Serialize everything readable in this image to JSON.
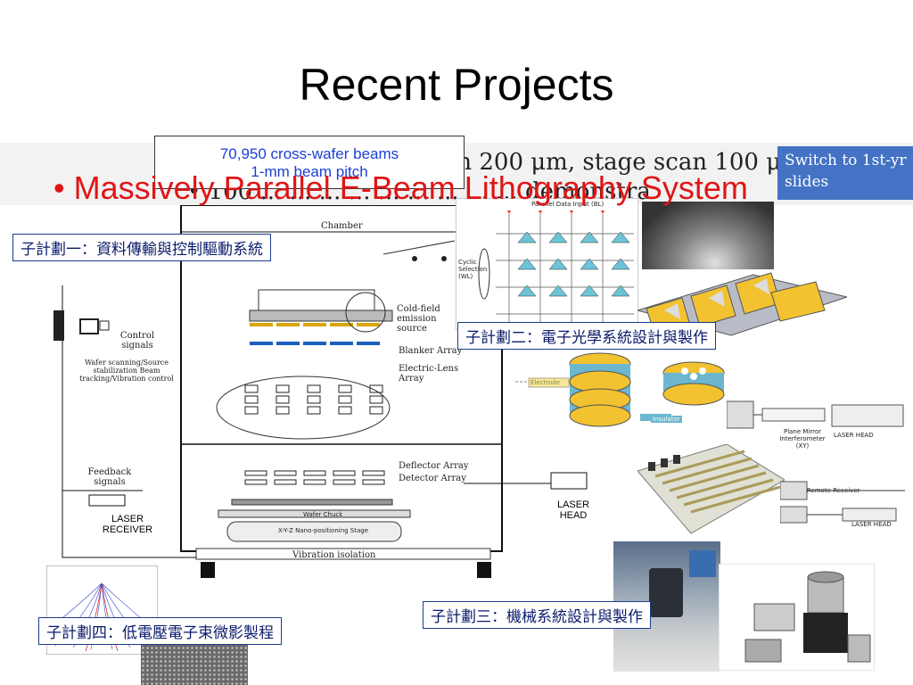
{
  "slide": {
    "title": "Recent Projects",
    "bullet": "Massively Parallel E-Beam Lithography System"
  },
  "header_strip": {
    "line1": "100 beams, beam pitch 200 μm, stage scan 100 μm",
    "line2": "• 100 ... ... ... ... ... ... ... ... ... demonstration",
    "switch_label": "Switch to 1st-yr slides"
  },
  "callout": {
    "line1": "70,950 cross-wafer beams",
    "line2": "1-mm beam pitch"
  },
  "subprojects": {
    "sp1": "子計劃一：資料傳輸與控制驅動系統",
    "sp2": "子計劃二：電子光學系統設計與製作",
    "sp3": "子計劃三：機械系統設計與製作",
    "sp4": "子計劃四：低電壓電子束微影製程"
  },
  "diagram": {
    "chamber": "Chamber",
    "cold_field": "Cold-field emission source",
    "blanker": "Blanker Array",
    "electric_lens": "Electric-Lens Array",
    "deflector": "Deflector Array",
    "detector": "Detector Array",
    "vibration": "Vibration isolation",
    "control_signals": "Control signals",
    "control_desc": "Wafer scanning/Source stabilization Beam tracking/Vibration control",
    "feedback_signals": "Feedback signals",
    "laser_receiver": "LASER RECEIVER",
    "laser_head": "LASER HEAD",
    "wafer_chuck": "Wafer Chuck",
    "stage": "X-Y-Z Nano-positioning Stage"
  },
  "circuit": {
    "top_label": "Parallel Data Input (BL)",
    "side_label": "Cyclic Selection (WL)"
  },
  "optics": {
    "electrode": "Electrode",
    "insulator": "Insulator"
  },
  "interferometer": {
    "plane_mirror": "Plane Mirror Interferometer (XY)",
    "laser_head": "LASER HEAD",
    "remote_receiver": "Remote Receiver",
    "laser_head2": "LASER HEAD"
  },
  "colors": {
    "bullet_red": "#e01515",
    "callout_blue": "#1b3fd6",
    "switch_bg": "#4472c4"
  }
}
